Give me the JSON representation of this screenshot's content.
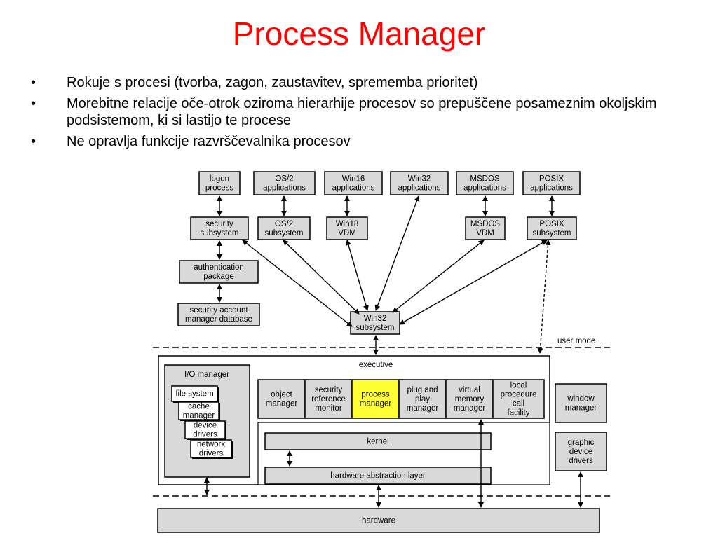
{
  "slide": {
    "title": "Process Manager",
    "bullets": [
      "Rokuje s procesi (tvorba, zagon, zaustavitev, sprememba prioritet)",
      "Morebitne relacije oče-otrok oziroma hierarhije procesov so prepuščene posameznim okoljskim podsistemom, ki si lastijo te procese",
      "Ne opravlja funkcije razvrščevalnika procesov"
    ],
    "bullet_glyph": "•"
  },
  "diagram": {
    "colors": {
      "box_fill": "#d9d9d9",
      "highlight_fill": "#ffff33",
      "line": "#000000"
    },
    "apps": {
      "logon": [
        "logon",
        "process"
      ],
      "os2_app": [
        "OS/2",
        "applications"
      ],
      "win16_app": [
        "Win16",
        "applications"
      ],
      "win32_app": [
        "Win32",
        "applications"
      ],
      "msdos_app": [
        "MSDOS",
        "applications"
      ],
      "posix_app": [
        "POSIX",
        "applications"
      ]
    },
    "subsystems": {
      "security": [
        "security",
        "subsystem"
      ],
      "os2_sub": [
        "OS/2",
        "subsystem"
      ],
      "win18_vdm": [
        "Win18",
        "VDM"
      ],
      "msdos_vdm": [
        "MSDOS",
        "VDM"
      ],
      "posix_sub": [
        "POSIX",
        "subsystem"
      ],
      "win32_sub": [
        "Win32",
        "subsystem"
      ]
    },
    "security_chain": {
      "auth": [
        "authentication",
        "package"
      ],
      "sam": [
        "security account",
        "manager database"
      ]
    },
    "user_mode_label": "user mode",
    "executive_label": "executive",
    "io": {
      "title": "I/O manager",
      "items": {
        "fs": [
          "file system"
        ],
        "cache": [
          "cache",
          "manager"
        ],
        "dev": [
          "device",
          "drivers"
        ],
        "net": [
          "network",
          "drivers"
        ]
      }
    },
    "exec_components": {
      "obj": [
        "object",
        "manager"
      ],
      "srm": [
        "security",
        "reference",
        "monitor"
      ],
      "proc": [
        "process",
        "manager"
      ],
      "pnp": [
        "plug and",
        "play",
        "manager"
      ],
      "vmm": [
        "virtual",
        "memory",
        "manager"
      ],
      "lpc": [
        "local",
        "procedure",
        "call",
        "facility"
      ]
    },
    "window_manager": [
      "window",
      "manager"
    ],
    "graphic_drivers": [
      "graphic",
      "device",
      "drivers"
    ],
    "kernel": [
      "kernel"
    ],
    "hal": [
      "hardware abstraction layer"
    ],
    "hardware": [
      "hardware"
    ]
  }
}
